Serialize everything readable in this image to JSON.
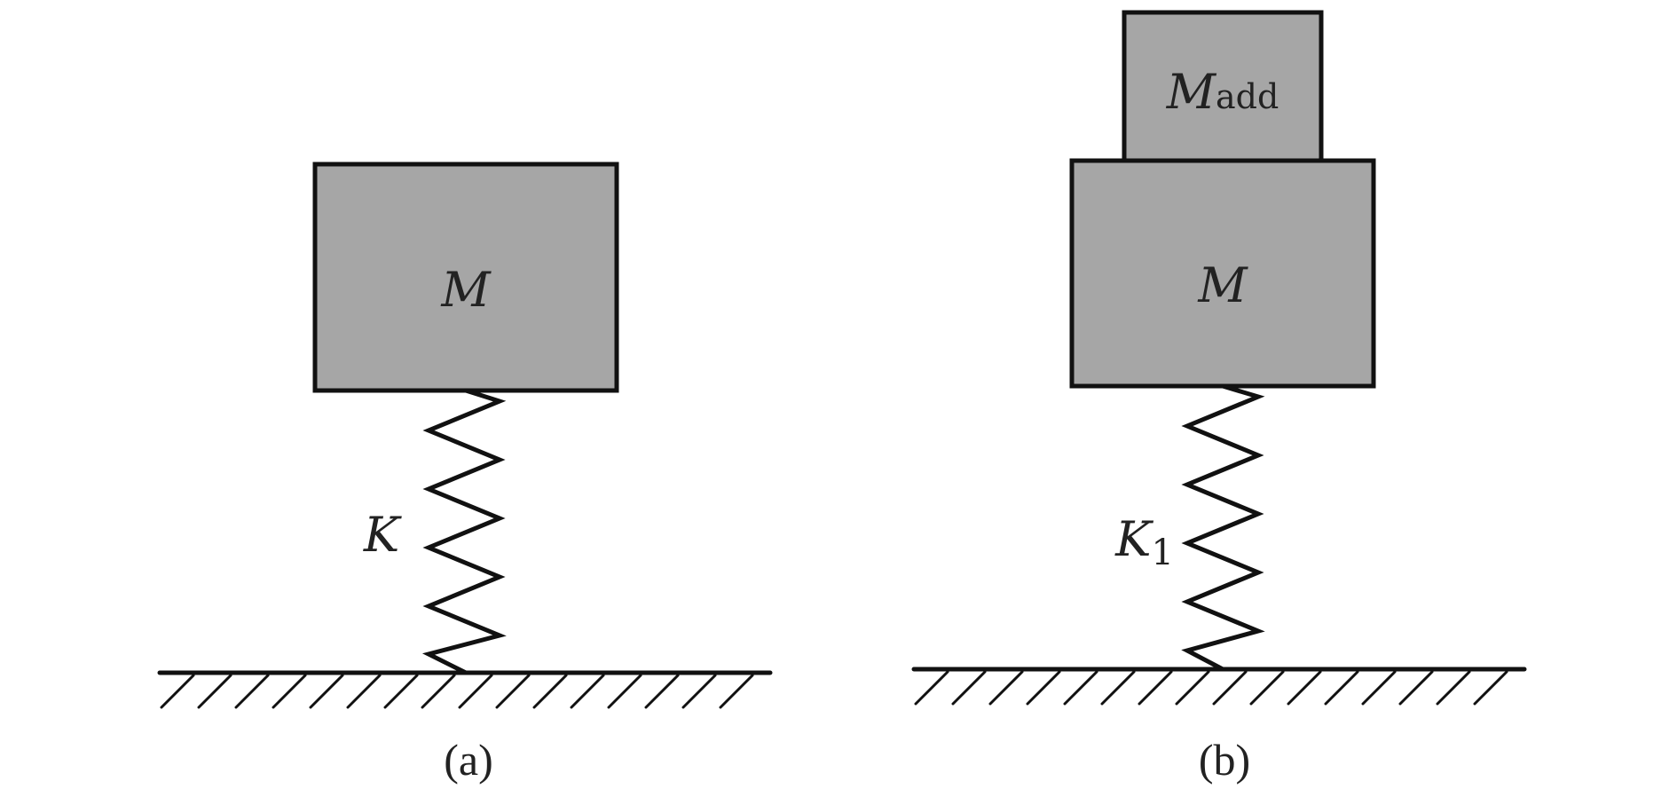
{
  "panel_a": {
    "mass_symbol": "M",
    "spring_symbol": "K",
    "caption": "(a)"
  },
  "panel_b": {
    "mass_symbol": "M",
    "added_mass_symbol": "M",
    "added_mass_subscript": "add",
    "spring_symbol": "K",
    "spring_subscript": "1",
    "caption": "(b)"
  },
  "colors": {
    "mass_fill": "#a6a6a6",
    "stroke": "#111111",
    "text": "#222222"
  }
}
